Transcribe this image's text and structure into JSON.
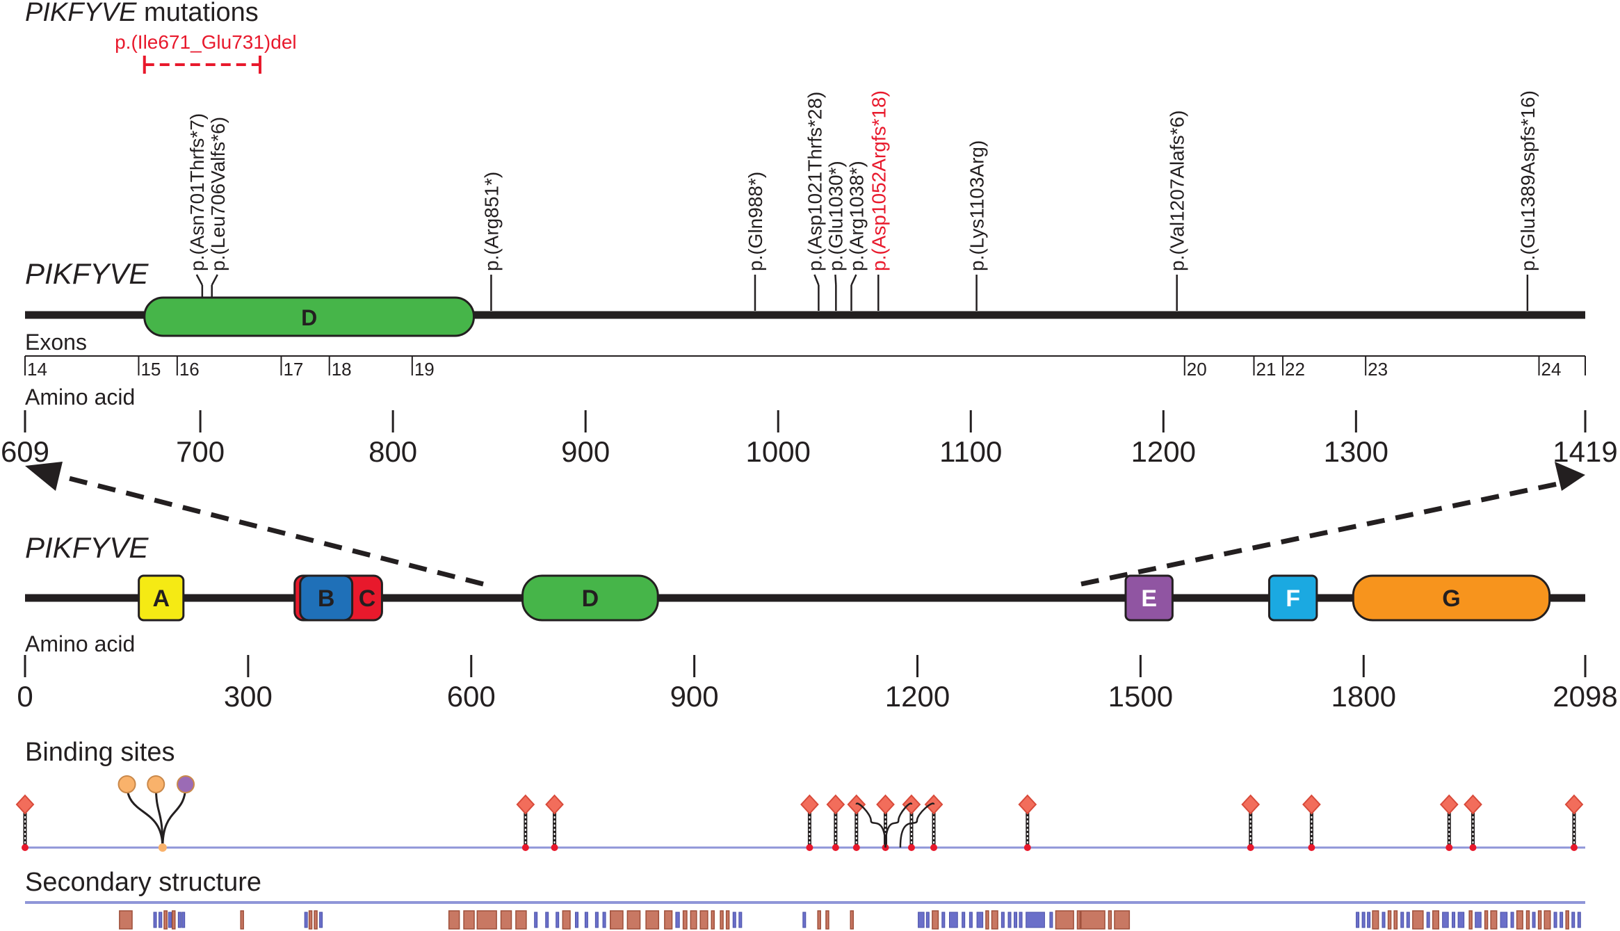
{
  "title": {
    "gene": "PIKFYVE",
    "suffix": " mutations"
  },
  "deletion": {
    "label": "p.(Ile671_Glu731)del",
    "start": 671,
    "end": 731,
    "color": "#e8192c"
  },
  "zoom": {
    "gene_label": "PIKFYVE",
    "aa_start": 609,
    "aa_end": 1419,
    "domain": {
      "name": "D",
      "start": 671,
      "end": 842,
      "color": "#46b549"
    },
    "mutations": [
      {
        "label": "p.(Asn701Thrfs*7)",
        "pos": 701,
        "highlight": false
      },
      {
        "label": "p.(Leu706Valfs*6)",
        "pos": 706,
        "highlight": false
      },
      {
        "label": "p.(Arg851*)",
        "pos": 851,
        "highlight": false
      },
      {
        "label": "p.(Gln988*)",
        "pos": 988,
        "highlight": false
      },
      {
        "label": "p.(Asp1021Thrfs*28)",
        "pos": 1021,
        "highlight": false
      },
      {
        "label": "p.(Glu1030*)",
        "pos": 1030,
        "highlight": false
      },
      {
        "label": "p.(Arg1038*)",
        "pos": 1038,
        "highlight": false
      },
      {
        "label": "p.(Asp1052Argfs*18)",
        "pos": 1052,
        "highlight": true
      },
      {
        "label": "p.(Lys1103Arg)",
        "pos": 1103,
        "highlight": false
      },
      {
        "label": "p.(Val1207Alafs*6)",
        "pos": 1207,
        "highlight": false
      },
      {
        "label": "p.(Glu1389Aspfs*16)",
        "pos": 1389,
        "highlight": false
      }
    ],
    "exons_label": "Exons",
    "exons": [
      {
        "n": "14",
        "pos": 609
      },
      {
        "n": "15",
        "pos": 668
      },
      {
        "n": "16",
        "pos": 688
      },
      {
        "n": "17",
        "pos": 742
      },
      {
        "n": "18",
        "pos": 767
      },
      {
        "n": "19",
        "pos": 810
      },
      {
        "n": "20",
        "pos": 1211
      },
      {
        "n": "21",
        "pos": 1247
      },
      {
        "n": "22",
        "pos": 1262
      },
      {
        "n": "23",
        "pos": 1305
      },
      {
        "n": "24",
        "pos": 1395
      }
    ],
    "aa_label": "Amino acid",
    "ticks": [
      {
        "label": "609",
        "pos": 609
      },
      {
        "label": "700",
        "pos": 700
      },
      {
        "label": "800",
        "pos": 800
      },
      {
        "label": "900",
        "pos": 900
      },
      {
        "label": "1000",
        "pos": 1000
      },
      {
        "label": "1100",
        "pos": 1100
      },
      {
        "label": "1200",
        "pos": 1200
      },
      {
        "label": "1300",
        "pos": 1300
      },
      {
        "label": "1419",
        "pos": 1419
      }
    ]
  },
  "full": {
    "gene_label": "PIKFYVE",
    "aa_start": 0,
    "aa_end": 2098,
    "domains": [
      {
        "name": "A",
        "start": 153,
        "end": 213,
        "color": "#f5ea14"
      },
      {
        "name": "B",
        "start": 370,
        "end": 440,
        "color": "#1f70b8"
      },
      {
        "name": "C",
        "start": 440,
        "end": 480,
        "color": "#e8192c"
      },
      {
        "name": "D",
        "start": 669,
        "end": 851,
        "color": "#46b549"
      },
      {
        "name": "E",
        "start": 1480,
        "end": 1543,
        "color": "#9055a2"
      },
      {
        "name": "F",
        "start": 1673,
        "end": 1737,
        "color": "#1ba9e1"
      },
      {
        "name": "G",
        "start": 1786,
        "end": 2050,
        "color": "#f7941d"
      }
    ],
    "aa_label": "Amino acid",
    "ticks": [
      {
        "label": "0",
        "pos": 0
      },
      {
        "label": "300",
        "pos": 300
      },
      {
        "label": "600",
        "pos": 600
      },
      {
        "label": "900",
        "pos": 900
      },
      {
        "label": "1200",
        "pos": 1200
      },
      {
        "label": "1500",
        "pos": 1500
      },
      {
        "label": "1800",
        "pos": 1800
      },
      {
        "label": "2098",
        "pos": 2098
      }
    ]
  },
  "binding": {
    "label": "Binding sites",
    "diamond_color": "#f26d5b",
    "sites": [
      0,
      673,
      712,
      1055,
      1090,
      1118,
      1157,
      1192,
      1222,
      1348,
      1648,
      1730,
      1915,
      1947,
      2083
    ],
    "loops": [
      {
        "from": 1118,
        "to": 1157
      },
      {
        "from": 1192,
        "to": 1157
      },
      {
        "from": 1222,
        "to": 1177
      }
    ],
    "circles": [
      {
        "pos": 137,
        "color": "#f9b26b"
      },
      {
        "pos": 176,
        "color": "#f9b26b"
      },
      {
        "pos": 216,
        "color": "#9b6bb5"
      }
    ]
  },
  "secondary": {
    "label": "Secondary structure",
    "helix_color": "#c87863",
    "strand_color": "#6a6fc9",
    "line_color": "#8f96d8",
    "elements": [
      [
        127,
        144,
        "h"
      ],
      [
        173,
        176,
        "s"
      ],
      [
        180,
        184,
        "s"
      ],
      [
        187,
        191,
        "h"
      ],
      [
        193,
        196,
        "s"
      ],
      [
        198,
        201,
        "h"
      ],
      [
        206,
        209,
        "s"
      ],
      [
        211,
        214,
        "s"
      ],
      [
        290,
        293,
        "h"
      ],
      [
        376,
        379,
        "s"
      ],
      [
        382,
        385,
        "h"
      ],
      [
        389,
        392,
        "h"
      ],
      [
        396,
        399,
        "s"
      ],
      [
        570,
        584,
        "h"
      ],
      [
        590,
        604,
        "h"
      ],
      [
        608,
        634,
        "h"
      ],
      [
        640,
        654,
        "h"
      ],
      [
        660,
        674,
        "h"
      ],
      [
        685,
        688,
        "s"
      ],
      [
        700,
        703,
        "s"
      ],
      [
        714,
        717,
        "s"
      ],
      [
        723,
        733,
        "h"
      ],
      [
        740,
        743,
        "s"
      ],
      [
        753,
        756,
        "s"
      ],
      [
        767,
        770,
        "s"
      ],
      [
        777,
        780,
        "s"
      ],
      [
        787,
        804,
        "h"
      ],
      [
        810,
        827,
        "h"
      ],
      [
        835,
        852,
        "h"
      ],
      [
        860,
        870,
        "h"
      ],
      [
        875,
        880,
        "s"
      ],
      [
        885,
        890,
        "h"
      ],
      [
        895,
        903,
        "h"
      ],
      [
        908,
        918,
        "h"
      ],
      [
        923,
        926,
        "h"
      ],
      [
        935,
        938,
        "h"
      ],
      [
        943,
        946,
        "h"
      ],
      [
        952,
        955,
        "s"
      ],
      [
        960,
        963,
        "s"
      ],
      [
        1046,
        1049,
        "s"
      ],
      [
        1066,
        1069,
        "h"
      ],
      [
        1077,
        1080,
        "h"
      ],
      [
        1110,
        1113,
        "h"
      ],
      [
        1201,
        1209,
        "s"
      ],
      [
        1212,
        1215,
        "s"
      ],
      [
        1220,
        1228,
        "h"
      ],
      [
        1233,
        1236,
        "s"
      ],
      [
        1243,
        1254,
        "s"
      ],
      [
        1260,
        1263,
        "s"
      ],
      [
        1270,
        1273,
        "s"
      ],
      [
        1280,
        1288,
        "s"
      ],
      [
        1292,
        1295,
        "h"
      ],
      [
        1300,
        1308,
        "h"
      ],
      [
        1313,
        1316,
        "s"
      ],
      [
        1322,
        1325,
        "s"
      ],
      [
        1330,
        1333,
        "s"
      ],
      [
        1337,
        1340,
        "s"
      ],
      [
        1346,
        1371,
        "s"
      ],
      [
        1378,
        1381,
        "s"
      ],
      [
        1386,
        1410,
        "h"
      ],
      [
        1415,
        1418,
        "h"
      ],
      [
        1420,
        1452,
        "h"
      ],
      [
        1457,
        1460,
        "h"
      ],
      [
        1465,
        1485,
        "h"
      ],
      [
        1790,
        1793,
        "s"
      ],
      [
        1798,
        1801,
        "s"
      ],
      [
        1805,
        1808,
        "s"
      ],
      [
        1812,
        1820,
        "h"
      ],
      [
        1825,
        1828,
        "s"
      ],
      [
        1833,
        1836,
        "h"
      ],
      [
        1841,
        1845,
        "h"
      ],
      [
        1850,
        1853,
        "s"
      ],
      [
        1858,
        1861,
        "s"
      ],
      [
        1866,
        1880,
        "h"
      ],
      [
        1885,
        1888,
        "s"
      ],
      [
        1893,
        1901,
        "h"
      ],
      [
        1906,
        1914,
        "s"
      ],
      [
        1919,
        1922,
        "s"
      ],
      [
        1927,
        1935,
        "s"
      ],
      [
        1942,
        1945,
        "h"
      ],
      [
        1950,
        1958,
        "s"
      ],
      [
        1963,
        1966,
        "h"
      ],
      [
        1971,
        1979,
        "h"
      ],
      [
        1984,
        1993,
        "s"
      ],
      [
        1998,
        2001,
        "s"
      ],
      [
        2006,
        2014,
        "h"
      ],
      [
        2019,
        2022,
        "h"
      ],
      [
        2027,
        2030,
        "s"
      ],
      [
        2035,
        2038,
        "h"
      ],
      [
        2043,
        2051,
        "h"
      ],
      [
        2056,
        2059,
        "s"
      ],
      [
        2064,
        2067,
        "s"
      ],
      [
        2072,
        2075,
        "h"
      ],
      [
        2080,
        2083,
        "s"
      ],
      [
        2088,
        2091,
        "s"
      ]
    ]
  }
}
